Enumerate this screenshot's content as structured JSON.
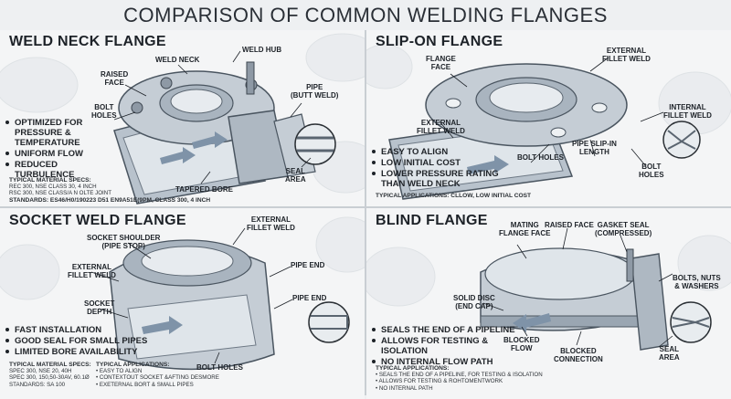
{
  "main_title": "COMPARISON OF COMMON WELDING FLANGES",
  "weld_neck": {
    "title": "WELD NECK FLANGE",
    "callouts": {
      "weld_neck": "WELD NECK",
      "weld_hub": "WELD HUB",
      "raised_face": "RAISED\nFACE",
      "bolt_holes": "BOLT\nHOLES",
      "pipe_butt_weld": "PIPE\n(BUTT WELD)",
      "seal_area": "SEAL\nAREA",
      "tapered_bore": "TAPERED BORE"
    },
    "bullets": [
      "OPTIMIZED FOR PRESSURE & TEMPERATURE",
      "UNIFORM FLOW",
      "REDUCED TURBULENCE"
    ],
    "spec_heading": "TYPICAL MATERIAL SPECS:",
    "spec_lines": [
      "REC 300, NSE CLASS 30, 4 INCH",
      "RSC 300, NSE CLASS/A N OLTE JOINT",
      "STANDARDS: ES46/H0/190223 D51 EN9A51E(9PM, CLASS 300, 4 INCH"
    ]
  },
  "slip_on": {
    "title": "SLIP-ON FLANGE",
    "callouts": {
      "flange_face": "FLANGE\nFACE",
      "external_fillet_top": "EXTERNAL\nFILLET WELD",
      "internal_fillet": "INTERNAL\nFILLET WELD",
      "external_fillet_left": "EXTERNAL\nFILLET WELD",
      "pipe_slip_in": "PIPE SLIP-IN\nLENGTH",
      "bolt_holes_mid": "BOLT HOLES",
      "bolt_holes_right": "BOLT\nHOLES"
    },
    "bullets": [
      "EASY TO ALIGN",
      "LOW INITIAL COST",
      "LOWER PRESSURE RATING THAN WELD NECK"
    ],
    "spec_heading": "TYPICAL APPLICATIONS: CLLOW, LOW INITIAL COST"
  },
  "socket_weld": {
    "title": "SOCKET WELD FLANGE",
    "callouts": {
      "external_fillet_top": "EXTERNAL\nFILLET WELD",
      "socket_shoulder": "SOCKET SHOULDER\n(PIPE STOP)",
      "external_fillet_left": "EXTERNAL\nFILLET WELD",
      "pipe_end_1": "PIPE END",
      "pipe_end_2": "PIPE END",
      "socket_depth": "SOCKET\nDEPTH",
      "bolt_holes": "BOLT HOLES"
    },
    "bullets": [
      "FAST INSTALLATION",
      "GOOD SEAL FOR SMALL PIPES",
      "LIMITED BORE AVAILABILITY"
    ],
    "spec_heading": "TYPICAL MATERIAL SPECS:",
    "spec_lines": [
      "SPEC 300, NSE 20, 40H",
      "SPEC 300, 150,50-30AV, 60.1Ø",
      "STANDARDS: SA 100"
    ],
    "app_heading": "TYPICAL APPLICATIONS:",
    "app_lines": [
      "• EASY TO ALIGN",
      "• CONTEXTOUT SOCKET &AFTING DESMORE",
      "• EXETERNAL BORT & SMALL PIPES"
    ]
  },
  "blind": {
    "title": "BLIND FLANGE",
    "callouts": {
      "mating_face": "MATING\nFLANGE FACE",
      "raised_face": "RAISED FACE",
      "gasket_seal": "GASKET SEAL\n(COMPRESSED)",
      "bolts_nuts": "BOLTS, NUTS\n& WASHERS",
      "solid_disc": "SOLID DISC\n(END CAP)",
      "blocked_flow": "BLOCKED\nFLOW",
      "blocked_connection": "BLOCKED\nCONNECTION",
      "seal_area": "SEAL\nAREA"
    },
    "bullets": [
      "SEALS THE END OF A PIPELINE",
      "ALLOWS FOR TESTING & ISOLATION",
      "NO INTERNAL FLOW PATH"
    ],
    "spec_heading": "TYPICAL APPLICATIONS:",
    "spec_lines": [
      "• SEALS THE END OF A PIPELINE, FOR TESTING & ISOLATION",
      "• ALLOWS FOR TESTING & ROHTOMENTWORK",
      "• NO INTERNAL PATH"
    ]
  },
  "colors": {
    "steel_light": "#c9d1d9",
    "steel_mid": "#9aa6b2",
    "steel_dark": "#5f6b77",
    "flow_arrow": "#7f93a8",
    "ink": "#1d2228"
  }
}
